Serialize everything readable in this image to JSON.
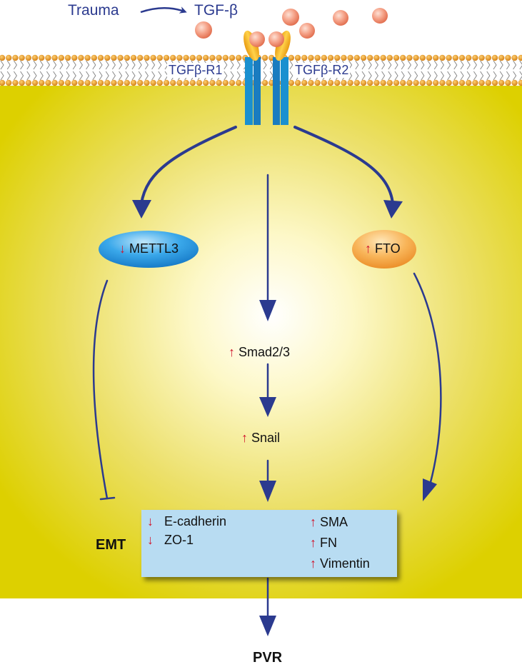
{
  "header": {
    "trauma": "Trauma",
    "ligand": "TGF-β"
  },
  "receptors": {
    "r1": "TGFβ-R1",
    "r2": "TGFβ-R2"
  },
  "nodes": {
    "mettl3": {
      "arrow": "↓",
      "label": "METTL3"
    },
    "fto": {
      "arrow": "↑",
      "label": "FTO"
    },
    "smad": {
      "arrow": "↑",
      "label": "Smad2/3"
    },
    "snail": {
      "arrow": "↑",
      "label": "Snail"
    }
  },
  "emt": {
    "label": "EMT",
    "down": [
      {
        "arrow": "↓",
        "label": "E-cadherin"
      },
      {
        "arrow": "↓",
        "label": "ZO-1"
      }
    ],
    "up": [
      {
        "arrow": "↑",
        "label": "SMA"
      },
      {
        "arrow": "↑",
        "label": "FN"
      },
      {
        "arrow": "↑",
        "label": "Vimentin"
      }
    ]
  },
  "outcome": "PVR",
  "colors": {
    "cytoplasm_outer": "#ddd000",
    "cytoplasm_inner": "#ffffff",
    "arrow": "#2b3a8f",
    "receptor": "#1a90d0",
    "receptor_cap": "#f5b418",
    "ligand": "#f08a70",
    "mettl3": "#1e96e0",
    "fto": "#f6a84a",
    "emt_box": "#b8dcf2",
    "arrow_up_down": "#d0142c"
  }
}
